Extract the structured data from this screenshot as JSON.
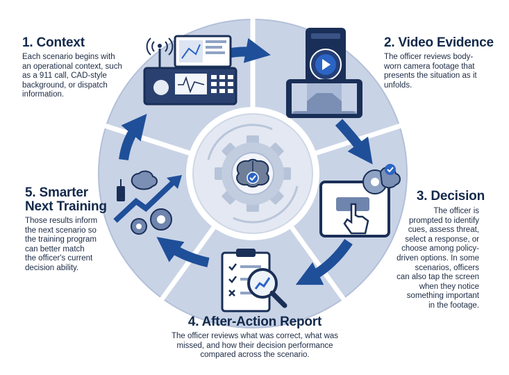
{
  "steps": [
    {
      "title": "1. Context",
      "body": "Each scenario begins with\nan operational context, such\nas a 911 call, CAD-style\nbackground, or dispatch\ninformation.",
      "icon": "dispatch-radio-icon"
    },
    {
      "title": "2. Video Evidence",
      "body": "The officer reviews body-\nworn camera footage that\npresents the situation as it\nunfolds.",
      "icon": "body-camera-icon"
    },
    {
      "title": "3. Decision",
      "body": "The officer is\nprompted to identify\ncues, assess threat,\nselect a response, or\nchoose among policy-\ndriven options. In some\nscenarios, officers\ncan also tap the screen\nwhen they notice\nsomething important\nin the footage.",
      "icon": "tablet-tap-icon"
    },
    {
      "title": "4. After-Action Report",
      "body": "The officer reviews what was correct, what was\nmissed, and how their decision performance\ncompared across the scenario.",
      "icon": "clipboard-report-icon"
    },
    {
      "title": "5. Smarter\nNext Training",
      "body": "Those results inform\nthe next scenario so\nthe training program\ncan better match\nthe officer's current\ndecision ability.",
      "icon": "growth-chart-icon"
    }
  ],
  "center_icon": "brain-gear-icon",
  "colors": {
    "ring": "#c9d3e6",
    "ring_edge": "#b7c3da",
    "hub": "#dfe5f0",
    "arrow": "#1f4f99",
    "navy": "#1a2f57",
    "text": "#13294b"
  }
}
